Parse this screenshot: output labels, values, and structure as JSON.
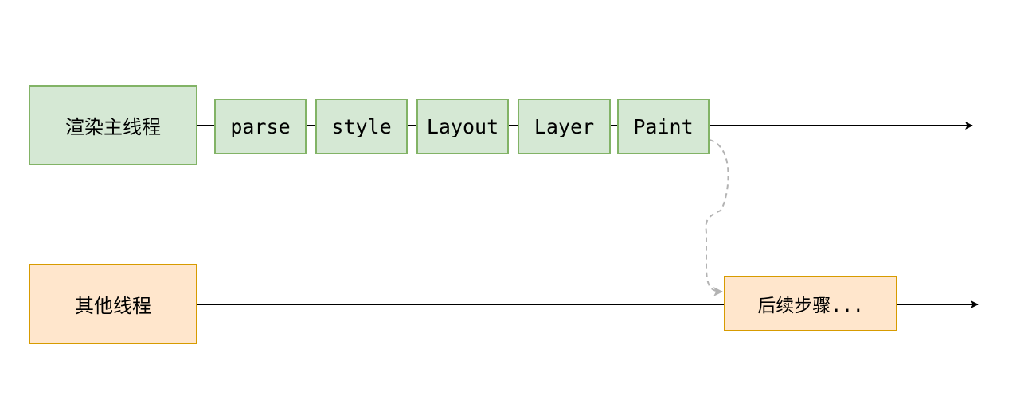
{
  "threads": {
    "main": {
      "label": "渲染主线程"
    },
    "other": {
      "label": "其他线程"
    }
  },
  "steps": [
    {
      "label": "parse"
    },
    {
      "label": "style"
    },
    {
      "label": "Layout"
    },
    {
      "label": "Layer"
    },
    {
      "label": "Paint"
    }
  ],
  "next_step": {
    "label": "后续步骤..."
  },
  "colors": {
    "main_fill": "#d5e8d4",
    "main_stroke": "#82b366",
    "other_fill": "#ffe6cc",
    "other_stroke": "#d79b00",
    "arrow": "#000000",
    "dashed_link": "#b3b3b3"
  }
}
